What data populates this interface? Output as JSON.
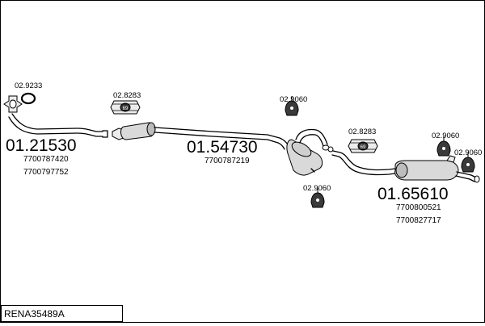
{
  "reference": "RENA35489A",
  "parts": {
    "front_pipe": {
      "code": "01.21530",
      "oem": [
        "7700787420",
        "7700797752"
      ]
    },
    "middle_silencer": {
      "code": "01.54730",
      "oem": [
        "7700787219"
      ]
    },
    "rear_silencer": {
      "code": "01.65610",
      "oem": [
        "7700800521",
        "7700827717"
      ]
    }
  },
  "accessories": {
    "gasket": "02.9233",
    "clamp_left": "02.8283",
    "clamp_right": "02.8283",
    "mount_top_mid": "02.9060",
    "mount_bottom_mid": "02.9060",
    "mount_right_a": "02.9060",
    "mount_right_b": "02.9060"
  }
}
